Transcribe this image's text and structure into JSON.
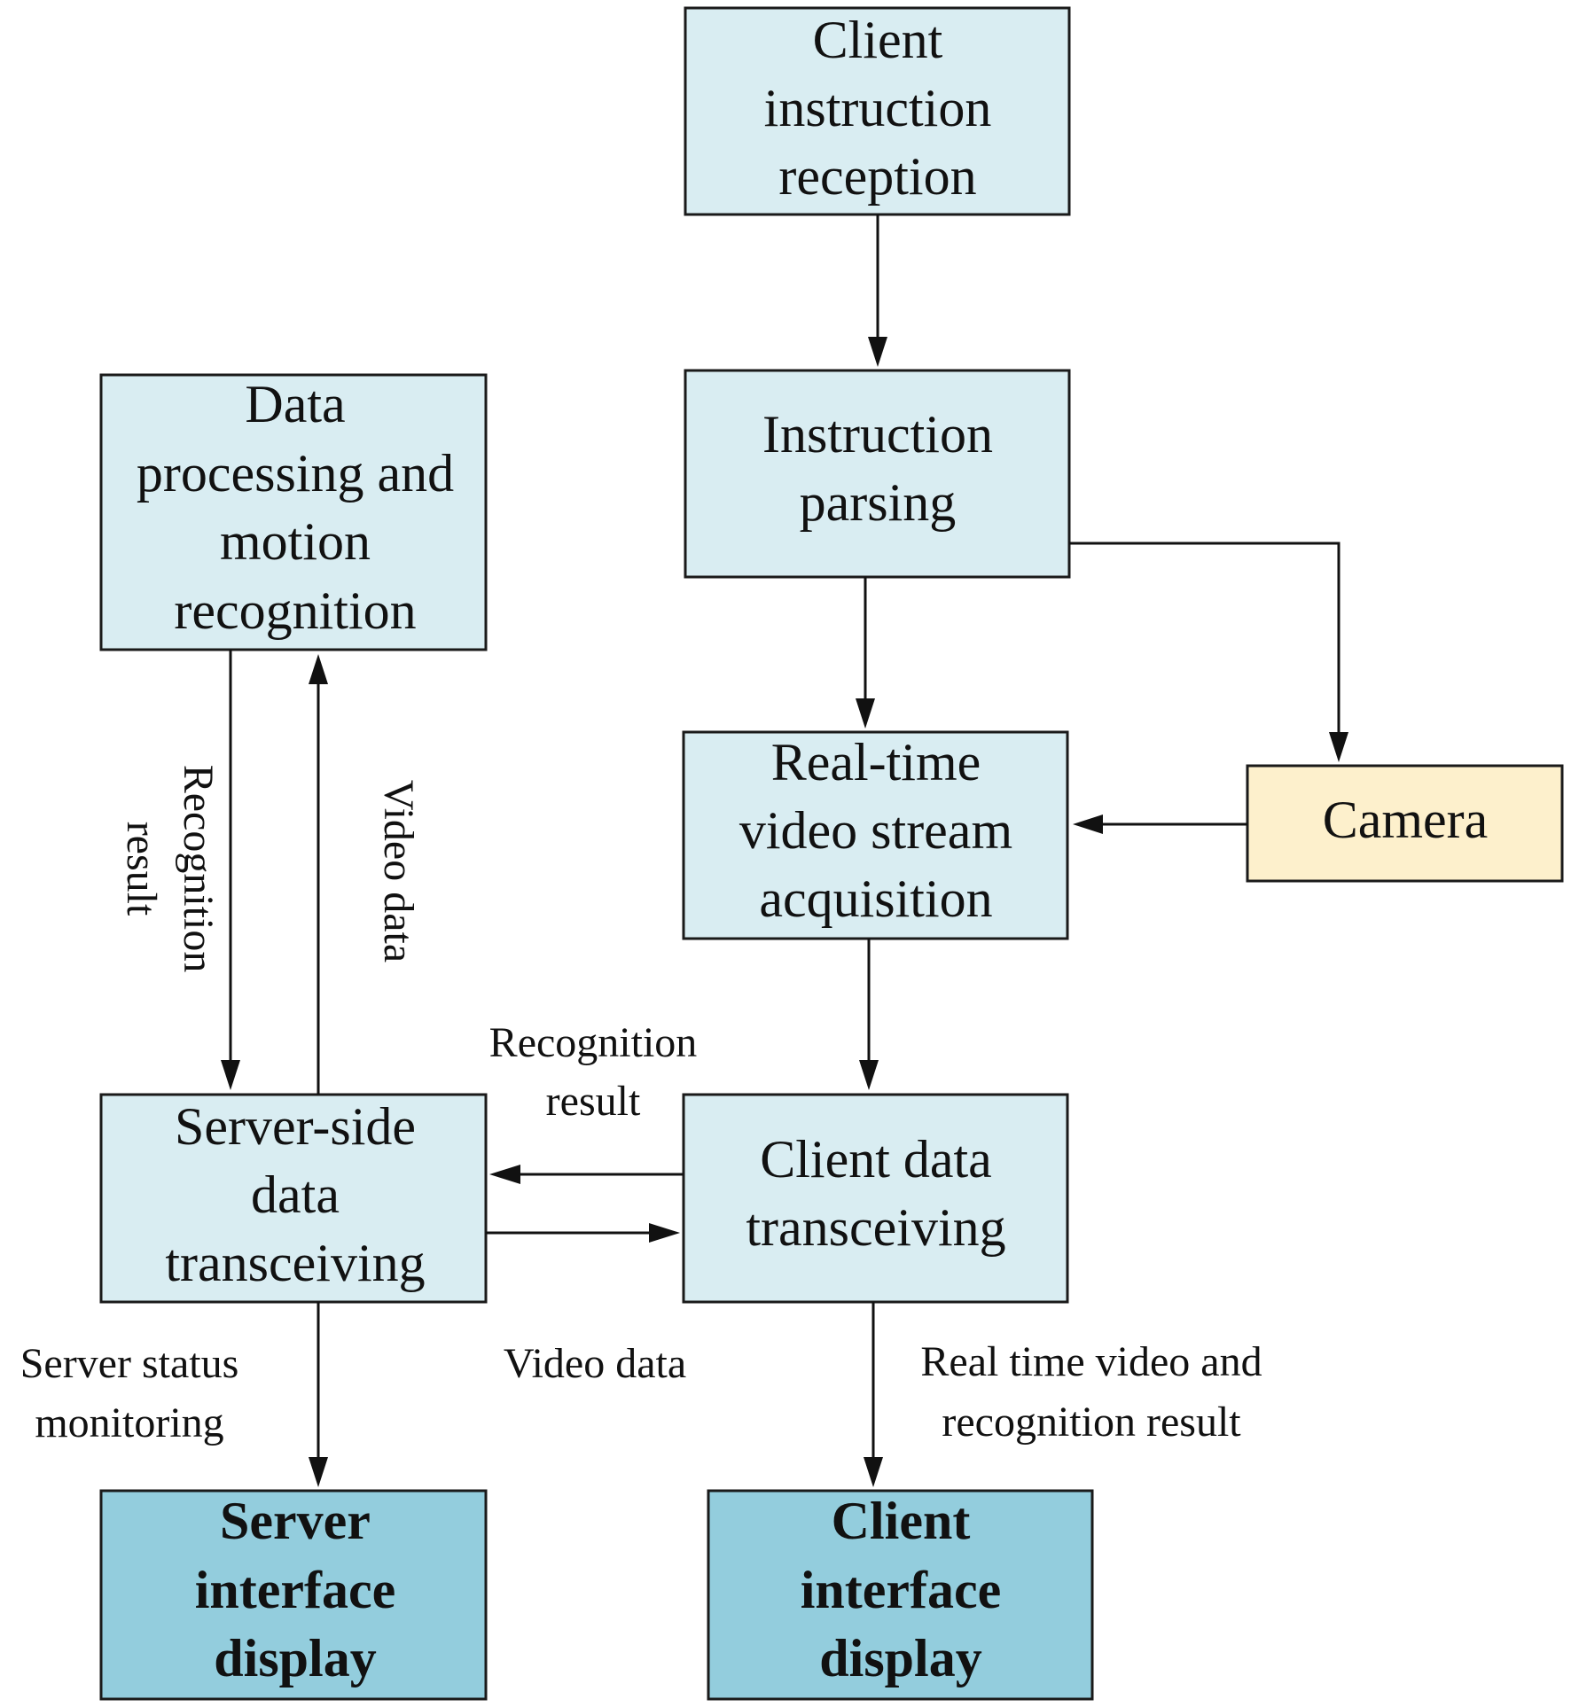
{
  "nodes": {
    "client_instruction_reception": {
      "lines": [
        "Client",
        "instruction",
        "reception"
      ]
    },
    "instruction_parsing": {
      "lines": [
        "Instruction",
        "parsing"
      ]
    },
    "data_processing": {
      "lines": [
        "Data",
        "processing and",
        "motion",
        "recognition"
      ]
    },
    "realtime_video": {
      "lines": [
        "Real-time",
        "video stream",
        "acquisition"
      ]
    },
    "camera": {
      "lines": [
        "Camera"
      ]
    },
    "server_transceiving": {
      "lines": [
        "Server-side",
        "data",
        "transceiving"
      ]
    },
    "client_transceiving": {
      "lines": [
        "Client data",
        "transceiving"
      ]
    },
    "server_display": {
      "lines": [
        "Server",
        "interface",
        "display"
      ]
    },
    "client_display": {
      "lines": [
        "Client",
        "interface",
        "display"
      ]
    }
  },
  "edge_labels": {
    "recognition_result_vertical": [
      "Recognition",
      "result"
    ],
    "video_data_vertical": [
      "Video data"
    ],
    "recognition_result_horizontal": [
      "Recognition",
      "result"
    ],
    "video_data_horizontal": [
      "Video data"
    ],
    "server_status_monitoring": [
      "Server status",
      "monitoring"
    ],
    "realtime_video_and_result": [
      "Real time video and",
      "recognition result"
    ]
  },
  "colors": {
    "process_fill": "#d9edf2",
    "camera_fill": "#fdf0cc",
    "display_fill": "#93cddd",
    "stroke": "#111111"
  }
}
